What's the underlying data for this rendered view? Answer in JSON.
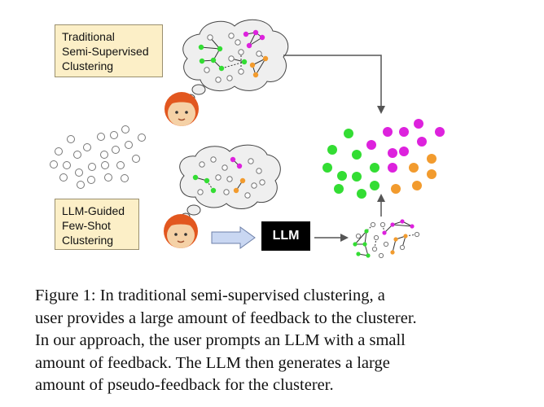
{
  "labels": {
    "traditional": "Traditional\nSemi-Supervised\nClustering",
    "llm_guided": "LLM-Guided\nFew-Shot\nClustering",
    "llm_box": "LLM"
  },
  "caption": {
    "lines": [
      "Figure 1:  In traditional semi-supervised clustering, a",
      "user provides a large amount of feedback to the clusterer.",
      "In our approach, the user prompts an LLM with a small",
      "amount of feedback.  The LLM then generates a large",
      "amount of pseudo-feedback for the clusterer."
    ]
  },
  "colors": {
    "cluster_green": "#33dd33",
    "cluster_magenta": "#dd22dd",
    "cluster_orange": "#f29b2e",
    "unlabeled": "#ffffff",
    "label_box_fill": "#fcefc7",
    "face_hair": "#e2571f",
    "face_skin": "#f5d1a6",
    "arrow": "#555555",
    "block_arrow_fill": "#c9d7f2"
  },
  "icons": {
    "user_face": "face-icon",
    "thought_bubble": "thought-bubble-icon"
  }
}
